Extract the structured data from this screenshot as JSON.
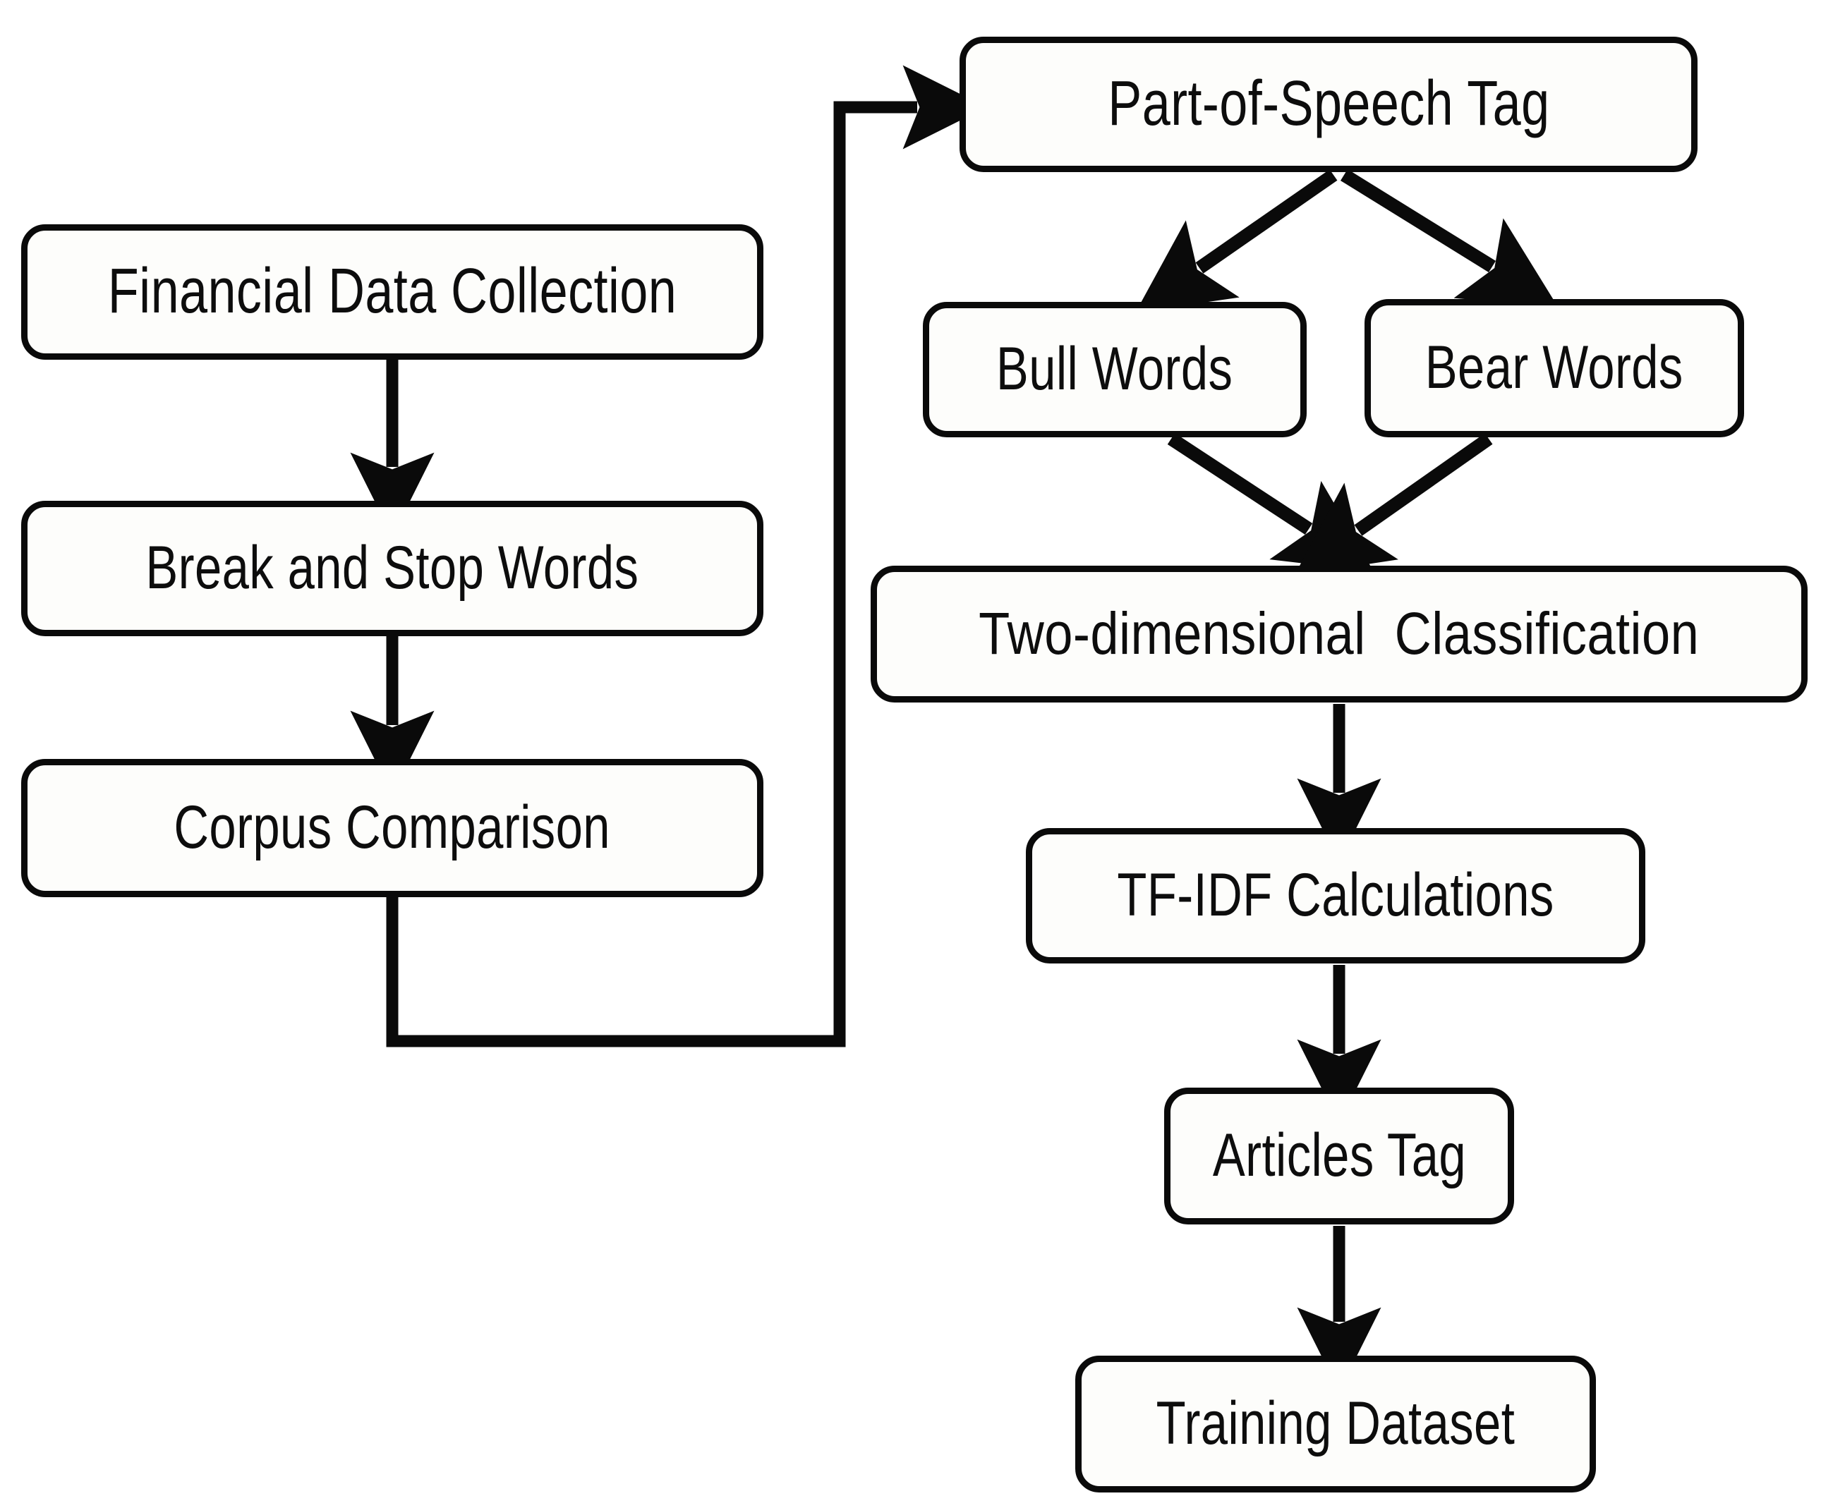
{
  "diagram": {
    "title": "Financial text processing pipeline flowchart",
    "background_color": "#ffffff",
    "stroke_color": "#0a0a0a",
    "node_fill_color": "#fdfdfb",
    "nodes": [
      {
        "id": "financial-data-collection",
        "label": "Financial Data Collection"
      },
      {
        "id": "break-and-stop-words",
        "label": "Break and Stop Words"
      },
      {
        "id": "corpus-comparison",
        "label": "Corpus Comparison"
      },
      {
        "id": "part-of-speech-tag",
        "label": "Part-of-Speech Tag"
      },
      {
        "id": "bull-words",
        "label": "Bull Words"
      },
      {
        "id": "bear-words",
        "label": "Bear Words"
      },
      {
        "id": "two-dimensional-classification",
        "label": "Two-dimensional  Classification"
      },
      {
        "id": "tf-idf-calculations",
        "label": "TF-IDF Calculations"
      },
      {
        "id": "articles-tag",
        "label": "Articles Tag"
      },
      {
        "id": "training-dataset",
        "label": "Training Dataset"
      }
    ],
    "edges": [
      {
        "id": "e1",
        "from": "financial-data-collection",
        "to": "break-and-stop-words",
        "style": "straight-down"
      },
      {
        "id": "e2",
        "from": "break-and-stop-words",
        "to": "corpus-comparison",
        "style": "straight-down"
      },
      {
        "id": "e3",
        "from": "corpus-comparison",
        "to": "part-of-speech-tag",
        "style": "elbow-down-right-up"
      },
      {
        "id": "e4",
        "from": "part-of-speech-tag",
        "to": "bull-words",
        "style": "diagonal-down-left"
      },
      {
        "id": "e5",
        "from": "part-of-speech-tag",
        "to": "bear-words",
        "style": "diagonal-down-right"
      },
      {
        "id": "e6",
        "from": "bull-words",
        "to": "two-dimensional-classification",
        "style": "diagonal-down-right"
      },
      {
        "id": "e7",
        "from": "bear-words",
        "to": "two-dimensional-classification",
        "style": "diagonal-down-left"
      },
      {
        "id": "e8",
        "from": "two-dimensional-classification",
        "to": "tf-idf-calculations",
        "style": "straight-down"
      },
      {
        "id": "e9",
        "from": "tf-idf-calculations",
        "to": "articles-tag",
        "style": "straight-down"
      },
      {
        "id": "e10",
        "from": "articles-tag",
        "to": "training-dataset",
        "style": "straight-down"
      }
    ]
  }
}
